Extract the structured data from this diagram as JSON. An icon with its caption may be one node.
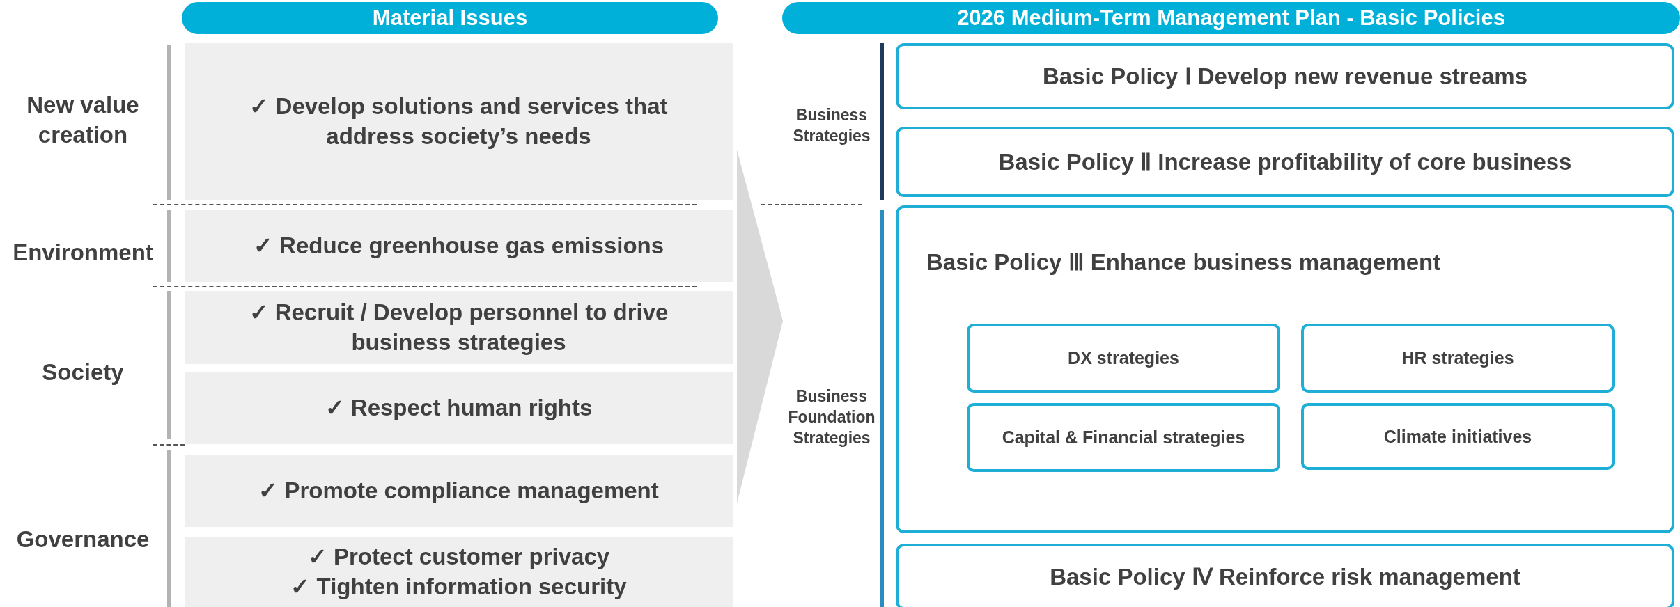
{
  "diagram": {
    "nodes": [
      {
        "text": [
          "Material Issues"
        ]
      },
      {
        "text": [
          "2026 Medium-Term Management Plan - Basic Policies"
        ]
      },
      {
        "text": [
          "✓ Develop solutions and services that address society’s needs"
        ]
      },
      {
        "text": [
          "✓ Reduce greenhouse gas emissions"
        ]
      },
      {
        "text": [
          "✓ Recruit / Develop personnel to drive business strategies"
        ]
      },
      {
        "text": [
          "✓ Respect human rights"
        ]
      },
      {
        "text": [
          "✓ Promote compliance management"
        ]
      },
      {
        "text": [
          "✓ Protect customer privacy",
          "✓ Tighten information security"
        ]
      },
      {
        "text": [
          "Basic Policy Ⅰ Develop new revenue streams"
        ]
      },
      {
        "text": [
          "Basic Policy Ⅱ Increase profitability of core business"
        ]
      },
      {
        "text": [
          "Basic Policy Ⅲ Enhance business management"
        ]
      },
      {
        "text": [
          "DX strategies"
        ],
        "in": 10
      },
      {
        "text": [
          "HR strategies"
        ],
        "in": 10
      },
      {
        "text": [
          "Capital & Financial strategies"
        ],
        "in": 10
      },
      {
        "text": [
          "Climate initiatives"
        ],
        "in": 10
      },
      {
        "text": [
          "Basic Policy Ⅳ Reinforce risk management"
        ]
      }
    ],
    "labels": [
      "New value creation",
      "Business Strategies",
      "Environment",
      "Society",
      "Business Foundation Strategies",
      "Governance"
    ]
  }
}
